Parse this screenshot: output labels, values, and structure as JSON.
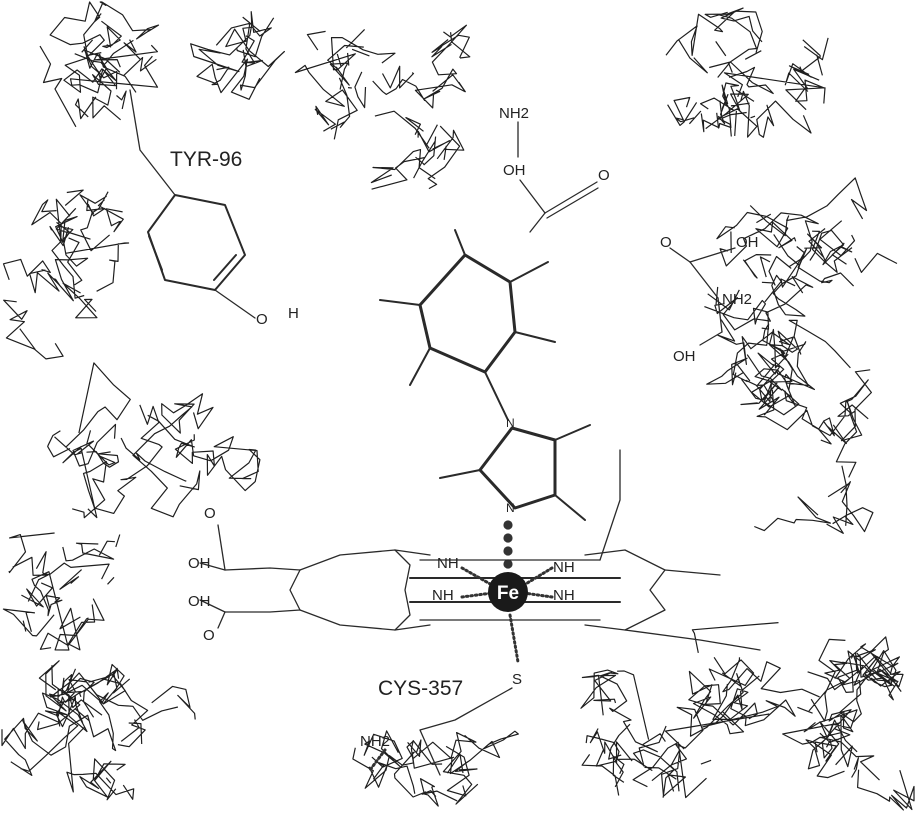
{
  "labels": {
    "tyr": "TYR-96",
    "cys": "CYS-357",
    "fe": "Fe",
    "nh2_top": "NH2",
    "oh_top": "OH",
    "o_top": "O",
    "o_right": "O",
    "oh_right": "OH",
    "nh2_right": "NH2",
    "oh_right_low": "OH",
    "o_tyr": "O",
    "h_tyr": "H",
    "n_ring_top": "N",
    "n_ring_bottom": "N",
    "nh_tl": "NH",
    "nh_tr": "NH",
    "nh_bl": "NH",
    "nh_br": "NH",
    "o_left_top": "O",
    "oh_left_1": "OH",
    "oh_left_2": "OH",
    "o_left_bottom": "O",
    "s": "S",
    "nh2_bottom": "NH2"
  },
  "colors": {
    "ink": "#2a2a2a",
    "fe_fill": "#1a1a1a",
    "fe_text": "#ffffff"
  }
}
